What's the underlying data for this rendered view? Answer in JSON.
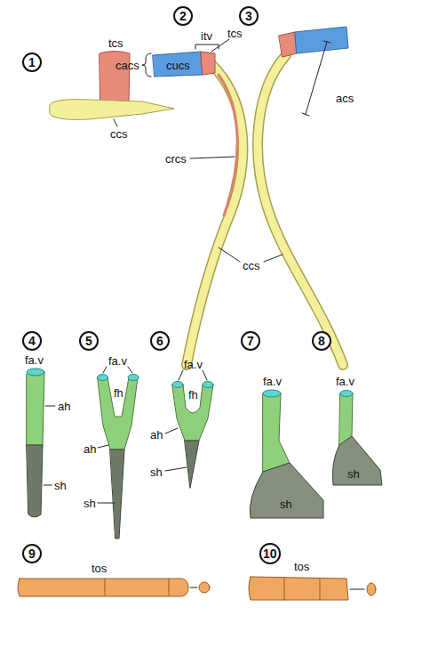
{
  "diagram": {
    "nodes": [
      {
        "text": [
          "1"
        ]
      },
      {
        "text": [
          "2"
        ]
      },
      {
        "text": [
          "3"
        ]
      },
      {
        "text": [
          "4"
        ]
      },
      {
        "text": [
          "5"
        ]
      },
      {
        "text": [
          "6"
        ]
      },
      {
        "text": [
          "7"
        ]
      },
      {
        "text": [
          "8"
        ]
      },
      {
        "text": [
          "9"
        ]
      },
      {
        "text": [
          "10"
        ]
      }
    ],
    "labels": [
      "tcs",
      "ccs",
      "itv",
      "tcs",
      "cacs",
      "cucs",
      "crcs",
      "acs",
      "ccs",
      "fa.v",
      "ah",
      "sh",
      "fa.v",
      "fh",
      "ah",
      "sh",
      "fa.v",
      "fh",
      "ah",
      "sh",
      "fa.v",
      "sh",
      "fa.v",
      "sh",
      "tos",
      "tos"
    ]
  }
}
